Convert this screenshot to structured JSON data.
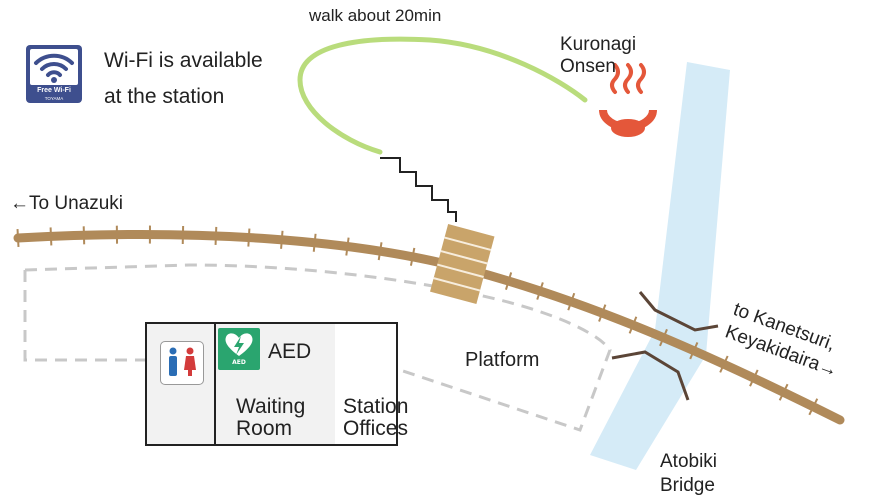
{
  "walk_label": "walk about 20min",
  "onsen": {
    "line1": "Kuronagi",
    "line2": "Onsen",
    "icon": "hot-spring-icon",
    "color": "#e4573a"
  },
  "wifi": {
    "badge_line1": "Free Wi-Fi",
    "badge_line2": "TOYAMA",
    "text_line1": "Wi-Fi is available",
    "text_line2": "at the station",
    "badge_color": "#3e4f8e"
  },
  "direction_left": "←To Unazuki",
  "direction_right": {
    "line1": "to Kanetsuri,",
    "line2": "Keyakidaira→"
  },
  "platform_label": "Platform",
  "bridge": {
    "line1": "Atobiki",
    "line2": "Bridge"
  },
  "station": {
    "aed_label": "AED",
    "aed_badge": "AED",
    "waiting_line1": "Waiting",
    "waiting_line2": "Room",
    "offices_line1": "Station",
    "offices_line2": "Offices",
    "toilet_icon": "restroom-icon"
  },
  "colors": {
    "rail": "#b08a5a",
    "river": "#d5ebf7",
    "walk_path": "#b9dc7c",
    "platform_outline": "#c8c8c8",
    "aed_green": "#2aa56f"
  }
}
